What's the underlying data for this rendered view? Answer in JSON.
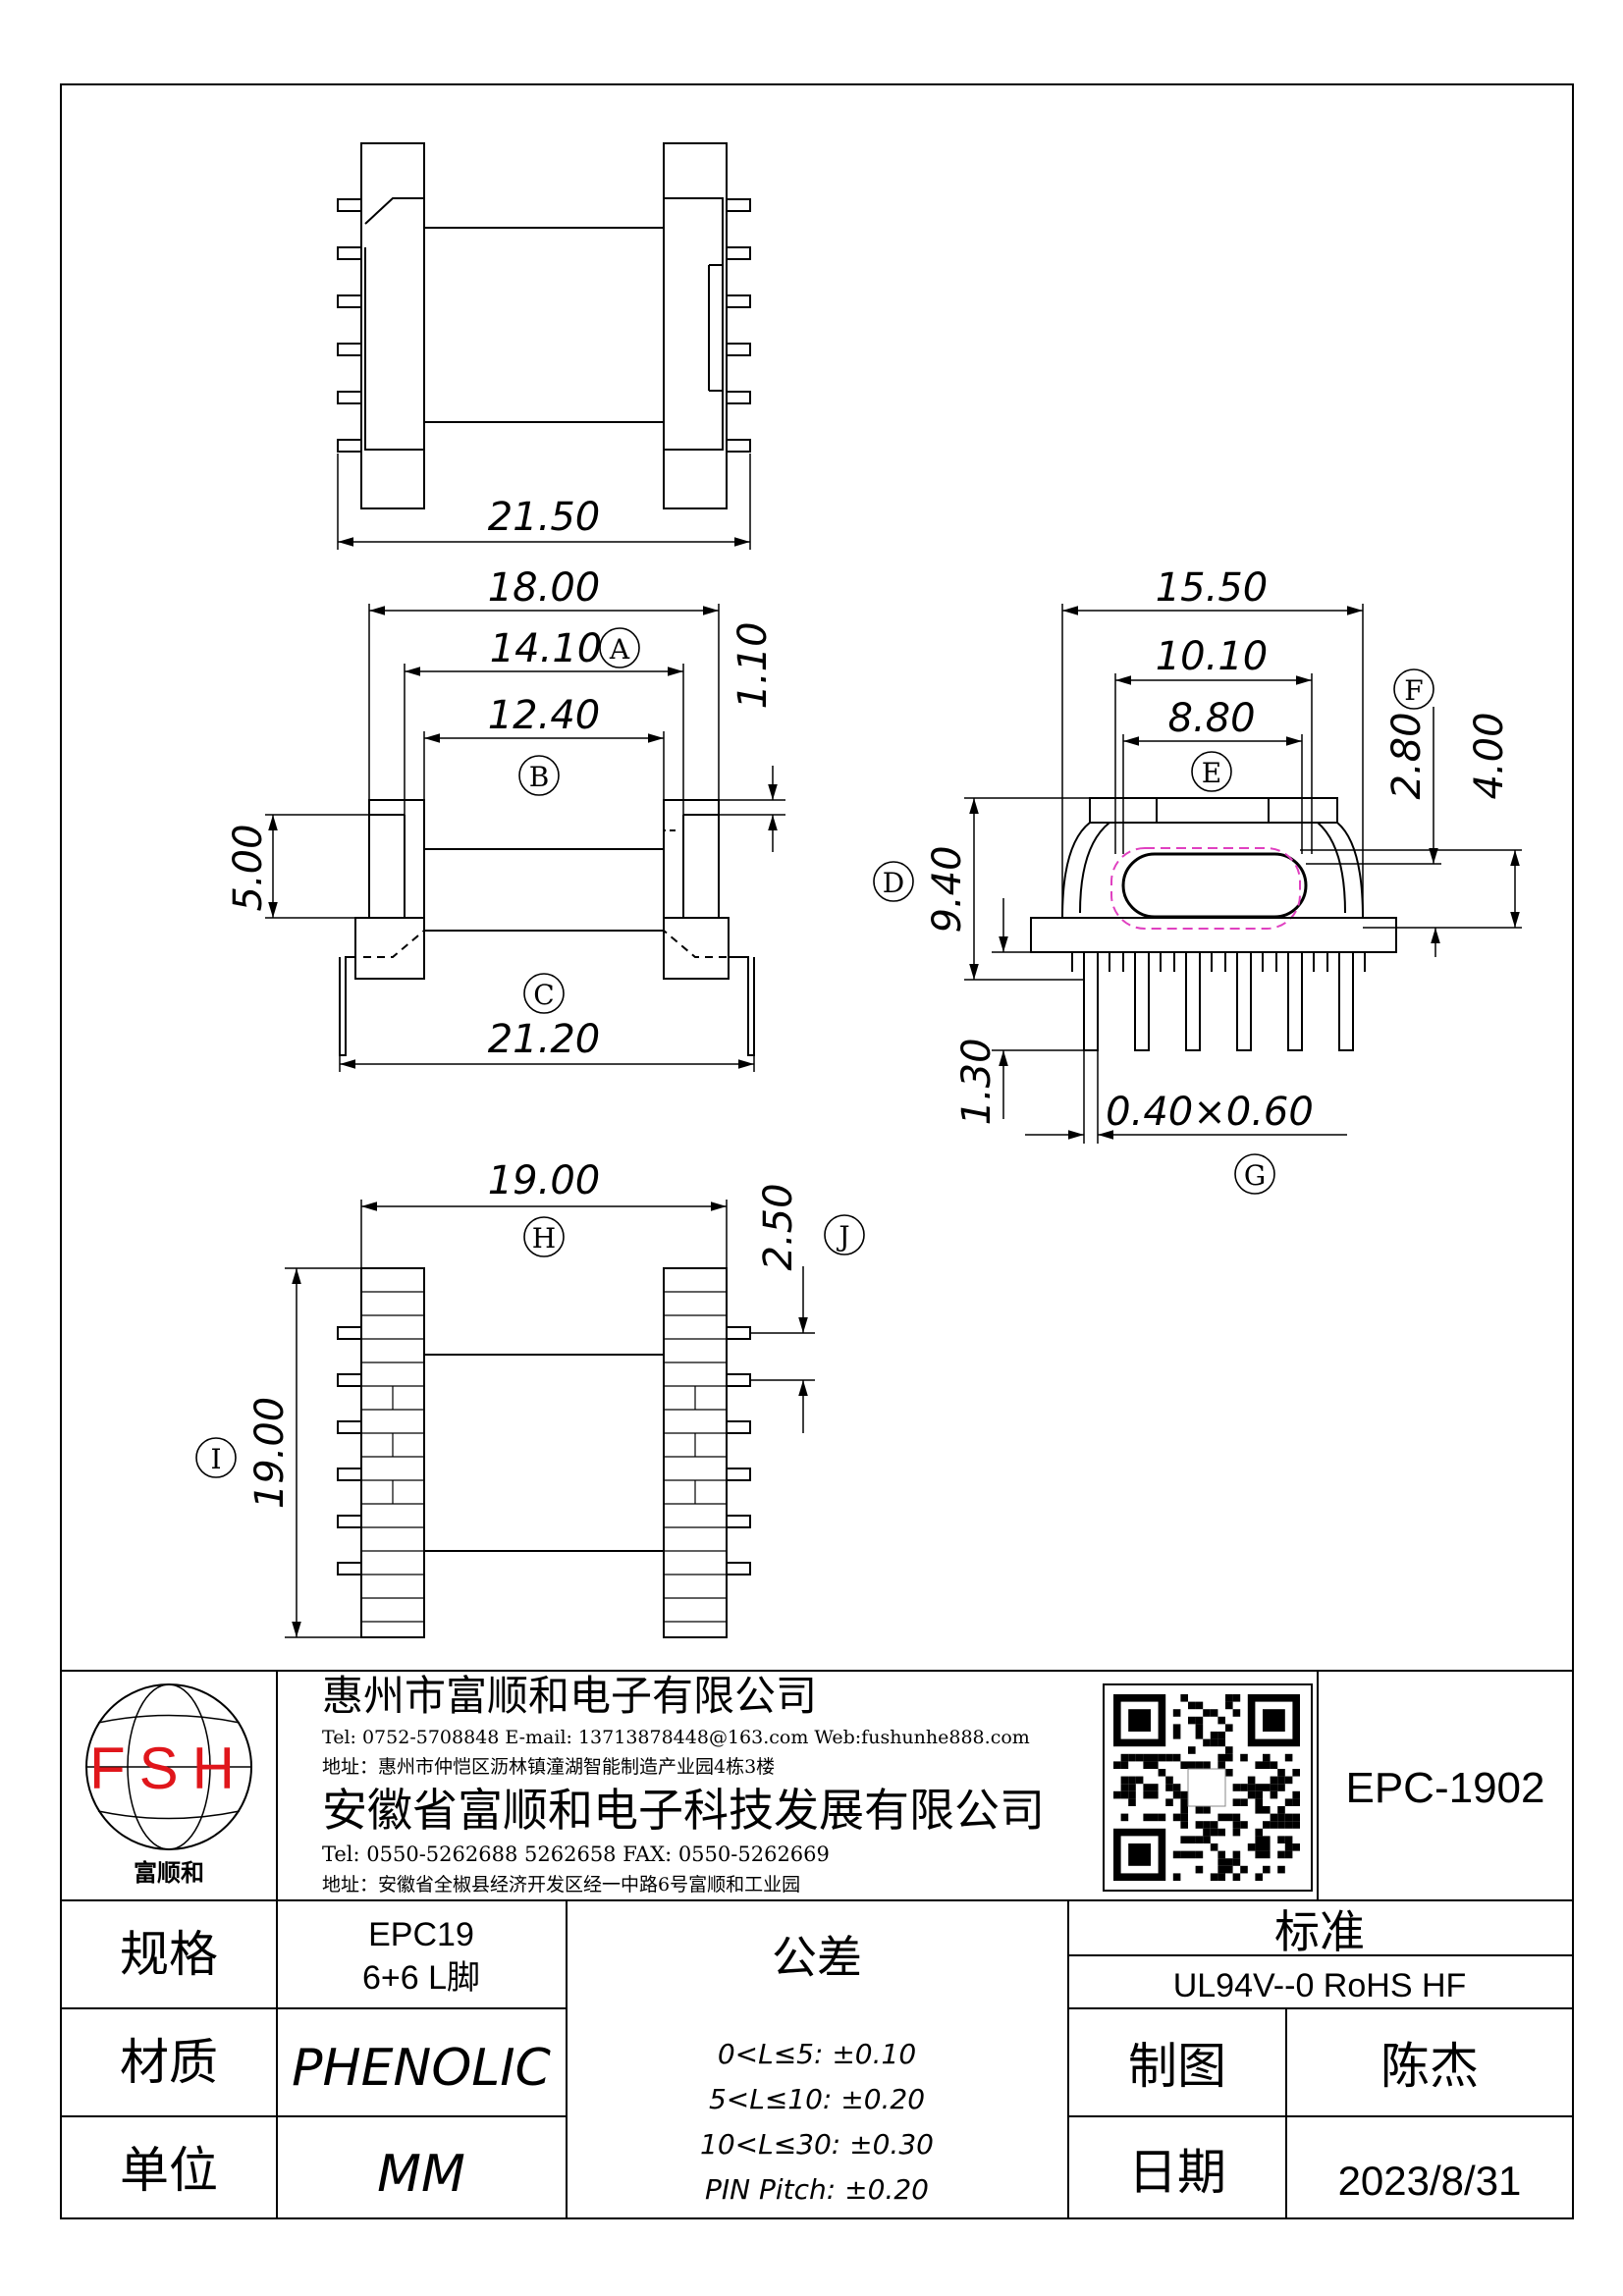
{
  "dimensions": {
    "top_view_width": "21.50",
    "front_overall": "18.00",
    "front_a": "14.10",
    "front_b": "12.40",
    "front_flange": "1.10",
    "front_height": "5.00",
    "front_pin_span": "21.20",
    "side_width": "15.50",
    "side_e_outer": "10.10",
    "side_e_inner": "8.80",
    "side_f": "2.80",
    "side_top": "4.00",
    "side_height": "9.40",
    "side_pin": "1.30",
    "side_pin_size": "0.40×0.60",
    "bottom_width": "19.00",
    "bottom_height": "19.00",
    "bottom_pitch": "2.50"
  },
  "markers": {
    "a": "A",
    "b": "B",
    "c": "C",
    "d": "D",
    "e": "E",
    "f": "F",
    "g": "G",
    "h": "H",
    "i": "I",
    "j": "J"
  },
  "title_block": {
    "logo_text": "FSH",
    "logo_caption": "富顺和",
    "company1": "惠州市富顺和电子有限公司",
    "company1_contact": "Tel: 0752-5708848  E-mail: 13713878448@163.com  Web:fushunhe888.com",
    "company1_address": "地址：惠州市仲恺区沥林镇潼湖智能制造产业园4栋3楼",
    "company2": "安徽省富顺和电子科技发展有限公司",
    "company2_contact": "Tel:   0550-5262688  5262658      FAX: 0550-5262669",
    "company2_address": "地址：安徽省全椒县经济开发区经一中路6号富顺和工业园",
    "part_number": "EPC-1902",
    "spec_label": "规格",
    "spec_value_line1": "EPC19",
    "spec_value_line2": "6+6 L脚",
    "tolerance_label": "公差",
    "standard_label": "标准",
    "standard_value": "UL94V--0  RoHS HF",
    "material_label": "材质",
    "material_value": "PHENOLIC",
    "tol_line1": "0<L≤5: ±0.10",
    "tol_line2": "5<L≤10: ±0.20",
    "tol_line3": "10<L≤30: ±0.30",
    "tol_line4": "PIN Pitch: ±0.20",
    "drawer_label": "制图",
    "drawer_value": "陈杰",
    "unit_label": "单位",
    "unit_value": "MM",
    "date_label": "日期",
    "date_value": "2023/8/31"
  },
  "colors": {
    "line": "#000000",
    "logo_red": "#e0161b",
    "pin_outline": "#e040c0"
  }
}
